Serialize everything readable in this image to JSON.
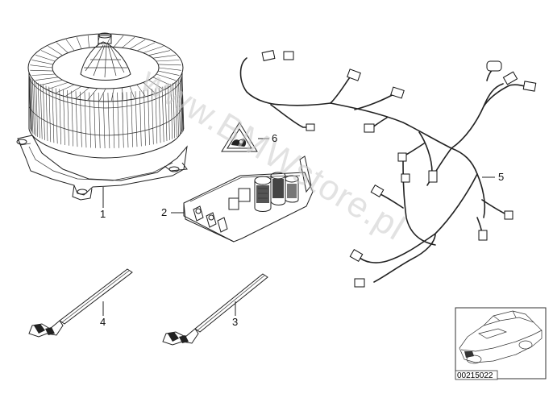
{
  "diagram": {
    "parts": [
      {
        "id": "blower-motor",
        "callout": "1"
      },
      {
        "id": "control-unit",
        "callout": "2"
      },
      {
        "id": "cable-tie-long",
        "callout": "3"
      },
      {
        "id": "cable-tie-short",
        "callout": "4"
      },
      {
        "id": "wiring-harness",
        "callout": "5"
      },
      {
        "id": "warning-label",
        "callout": "6"
      }
    ],
    "watermark": "www.BMWstore.pl",
    "diagram_number": "00215022",
    "thumbnail_icon": "car-thumbnail-icon"
  }
}
